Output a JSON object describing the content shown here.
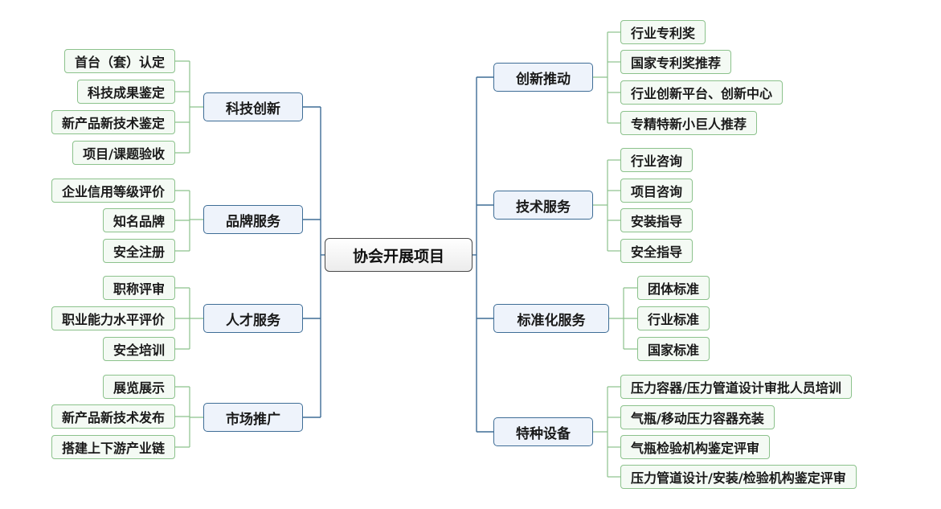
{
  "root": "协会开展项目",
  "left_branches": [
    {
      "label": "科技创新",
      "items": [
        "首台（套）认定",
        "科技成果鉴定",
        "新产品新技术鉴定",
        "项目/课题验收"
      ]
    },
    {
      "label": "品牌服务",
      "items": [
        "企业信用等级评价",
        "知名品牌",
        "安全注册"
      ]
    },
    {
      "label": "人才服务",
      "items": [
        "职称评审",
        "职业能力水平评价",
        "安全培训"
      ]
    },
    {
      "label": "市场推广",
      "items": [
        "展览展示",
        "新产品新技术发布",
        "搭建上下游产业链"
      ]
    }
  ],
  "right_branches": [
    {
      "label": "创新推动",
      "items": [
        "行业专利奖",
        "国家专利奖推荐",
        "行业创新平台、创新中心",
        "专精特新小巨人推荐"
      ]
    },
    {
      "label": "技术服务",
      "items": [
        "行业咨询",
        "项目咨询",
        "安装指导",
        "安全指导"
      ]
    },
    {
      "label": "标准化服务",
      "items": [
        "团体标准",
        "行业标准",
        "国家标准"
      ]
    },
    {
      "label": "特种设备",
      "items": [
        "压力容器/压力管道设计审批人员培训",
        "气瓶/移动压力容器充装",
        "气瓶检验机构鉴定评审",
        "压力管道设计/安装/检验机构鉴定评审"
      ]
    }
  ],
  "colors": {
    "root_border": "#4a4a4a",
    "branch_border": "#3e6d96",
    "branch_fill": "#eef3fb",
    "leaf_border": "#8cc28c",
    "leaf_fill": "#f4faf4",
    "root_link": "#3e6d96",
    "leaf_link": "#8cc28c"
  }
}
